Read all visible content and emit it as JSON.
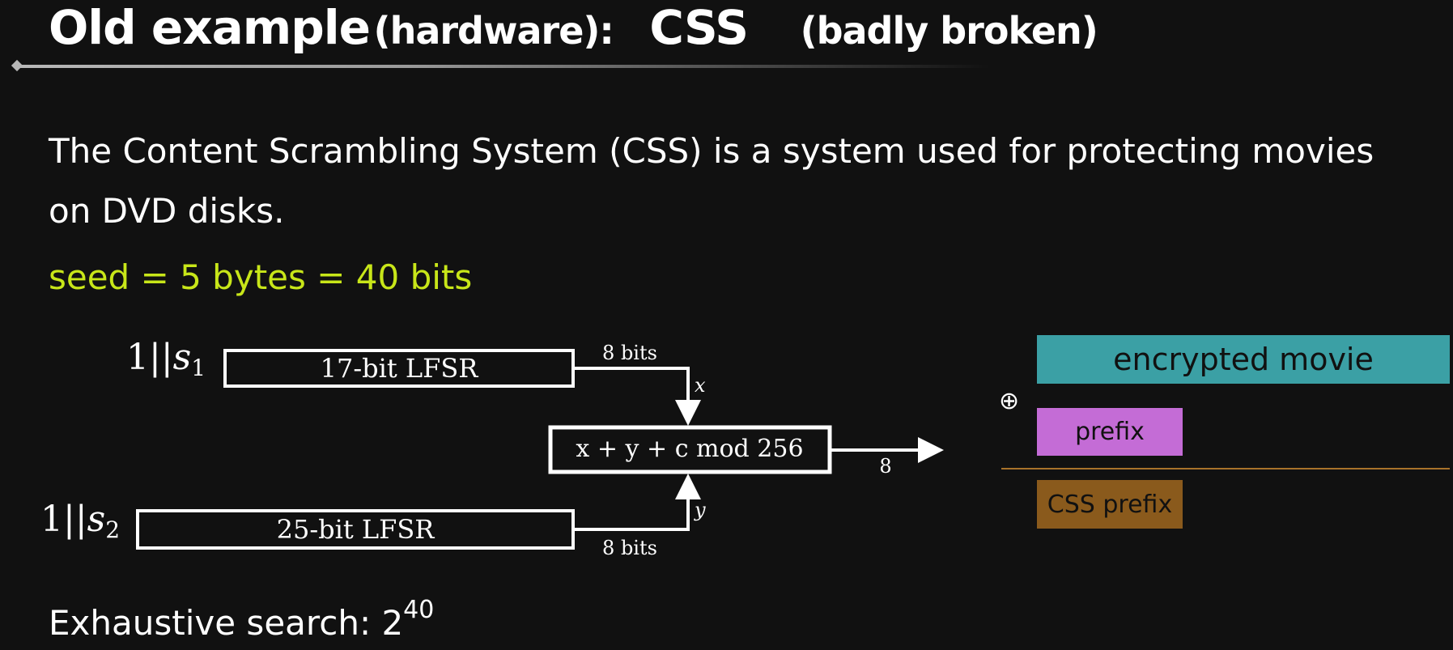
{
  "title": {
    "main": "Old example",
    "paren1": "(hardware):",
    "css": "CSS",
    "paren2": "(badly broken)"
  },
  "intro_text": "The Content Scrambling System (CSS) is a system used for protecting movies on DVD disks.",
  "seed_text": "seed = 5 bytes = 40 bits",
  "diagram": {
    "input1_prefix": "1||",
    "input1_var": "s",
    "input1_sub": "1",
    "input2_prefix": "1||",
    "input2_var": "s",
    "input2_sub": "2",
    "lfsr1_label": "17-bit LFSR",
    "lfsr2_label": "25-bit LFSR",
    "bits_top": "8 bits",
    "bits_bottom": "8 bits",
    "x_var": "x",
    "y_var": "y",
    "adder_label": "x + y + c mod 256",
    "output_label": "8"
  },
  "stack": {
    "xor_symbol": "⊕",
    "encrypted_movie": "encrypted movie",
    "prefix": "prefix",
    "css_prefix": "CSS prefix"
  },
  "exhaustive": {
    "label": "Exhaustive search: 2",
    "exponent": "40"
  },
  "colors": {
    "background": "#111111",
    "seed_text": "#c8e619",
    "encrypted_movie_box": "#3ba0a5",
    "prefix_box": "#c46cd6",
    "css_prefix_box": "#8a5a1c",
    "divider": "#a8722a"
  }
}
